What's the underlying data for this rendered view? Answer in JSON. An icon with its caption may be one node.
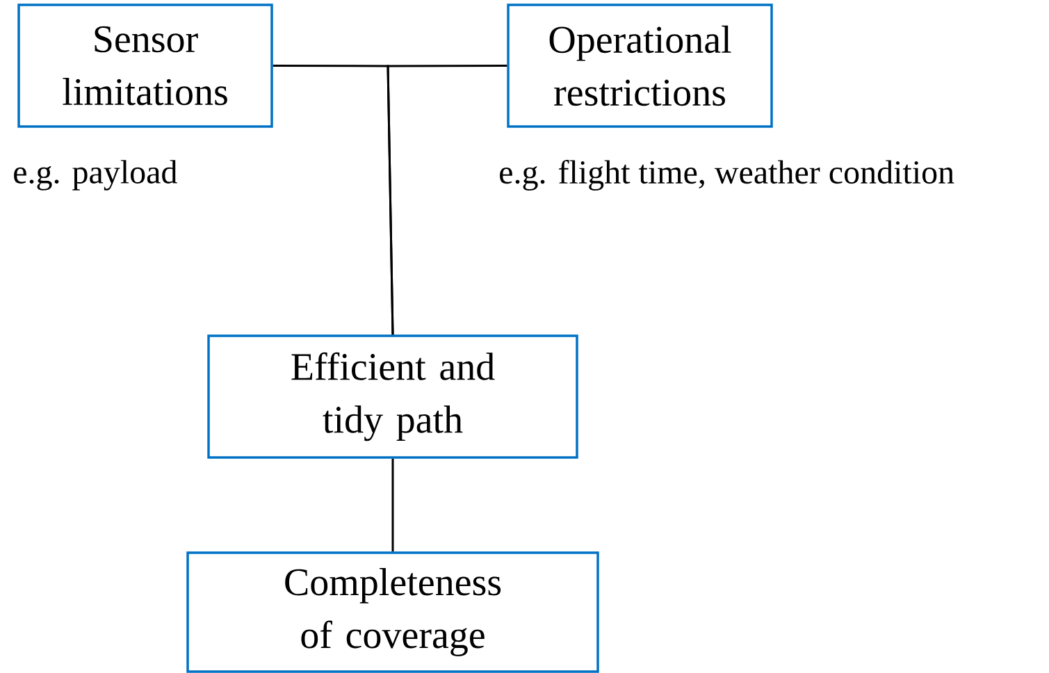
{
  "diagram": {
    "nodes": [
      {
        "text": [
          "Sensor limitations"
        ],
        "beside": [
          "e.g. payload"
        ]
      },
      {
        "text": [
          "Operational restrictions"
        ],
        "beside": [
          "e.g. flight time, weather condition"
        ]
      },
      {
        "text": [
          "Efficient and tidy path"
        ]
      },
      {
        "text": [
          "Completeness of coverage"
        ]
      }
    ],
    "edges": [
      {
        "from": 0,
        "to": 2,
        "arrow": "none"
      },
      {
        "from": 1,
        "to": 2,
        "arrow": "none"
      },
      {
        "from": 2,
        "to": 3,
        "arrow": "none"
      }
    ]
  }
}
